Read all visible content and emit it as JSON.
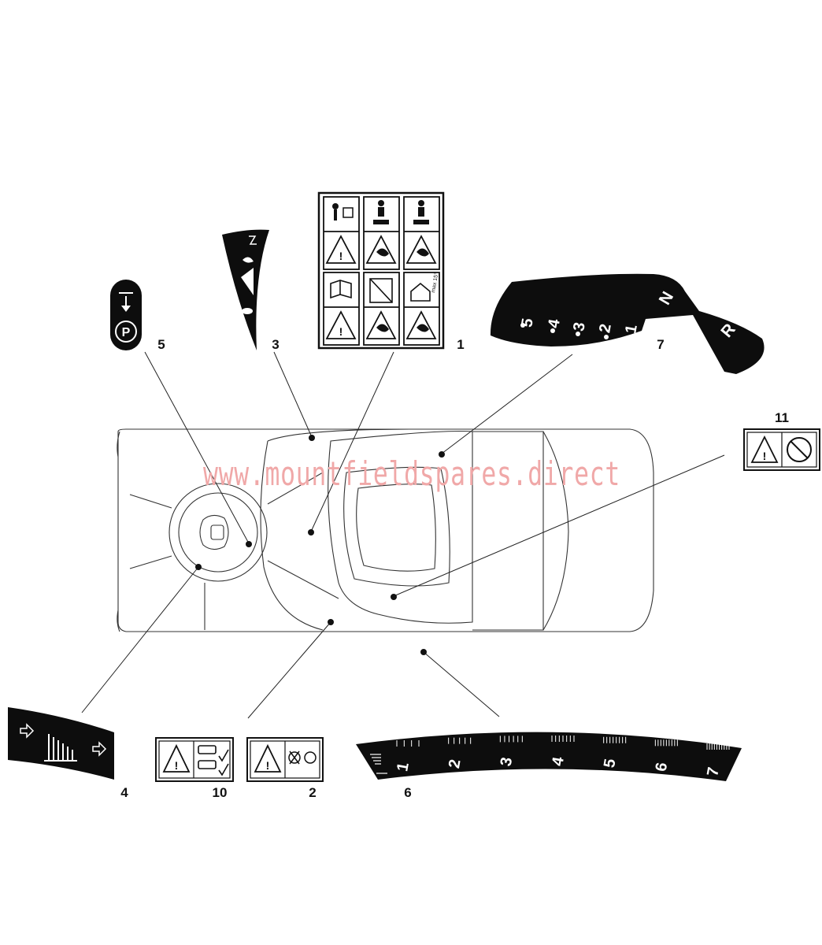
{
  "watermark": "www.mountfieldspares.direct",
  "callouts": {
    "c1": "1",
    "c2": "2",
    "c3": "3",
    "c4": "4",
    "c5": "5",
    "c6": "6",
    "c7": "7",
    "c10": "10",
    "c11": "11"
  },
  "gear_decal": {
    "gears": [
      "5",
      "4",
      "3",
      "2",
      "1"
    ],
    "neutral": "N",
    "reverse": "R"
  },
  "height_decal": {
    "numbers": [
      "1",
      "2",
      "3",
      "4",
      "5",
      "6",
      "7"
    ]
  },
  "warning_label_1": {
    "slope_text": "max 15°"
  },
  "colors": {
    "decal_fill": "#0d0d0d",
    "line": "#222222",
    "watermark": "#f0a8a8"
  }
}
